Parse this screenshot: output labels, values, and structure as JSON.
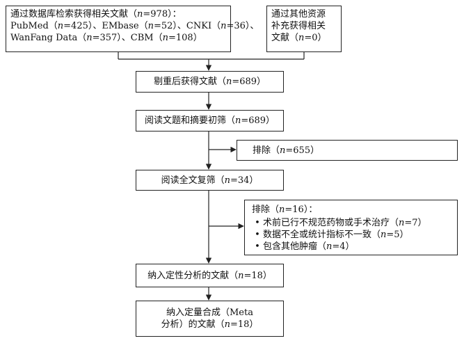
{
  "search_box": {
    "line1_pre": "通过数据库检索获得相关文献（",
    "line1_n": "n",
    "line1_post": "=978）：",
    "line2": "PubMed（n=425）、EMbase（n=52）、CNKI（n=36）、",
    "line3": "WanFang Data（n=357）、CBM（n=108）"
  },
  "other_box": {
    "line1": "通过其他资源",
    "line2": "补充获得相关",
    "line3": "文献（n=0）"
  },
  "dedup_box": {
    "label": "剔重后获得文献（n=689）"
  },
  "screen_box": {
    "label": "阅读文题和摘要初筛（n=689）"
  },
  "exclude1_box": {
    "label": "排除（n=655）"
  },
  "fulltext_box": {
    "label": "阅读全文复筛（n=34）"
  },
  "exclude2_box": {
    "title": "排除（n=16）：",
    "items": [
      "术前已行不规范药物或手术治疗（n=7）",
      "数据不全或统计指标不一致（n=5）",
      "包含其他肿瘤（n=4）"
    ]
  },
  "qualitative_box": {
    "label": "纳入定性分析的文献（n=18）"
  },
  "meta_box": {
    "line1": "纳入定量合成（Meta",
    "line2": "分析）的文献（n=18）"
  }
}
